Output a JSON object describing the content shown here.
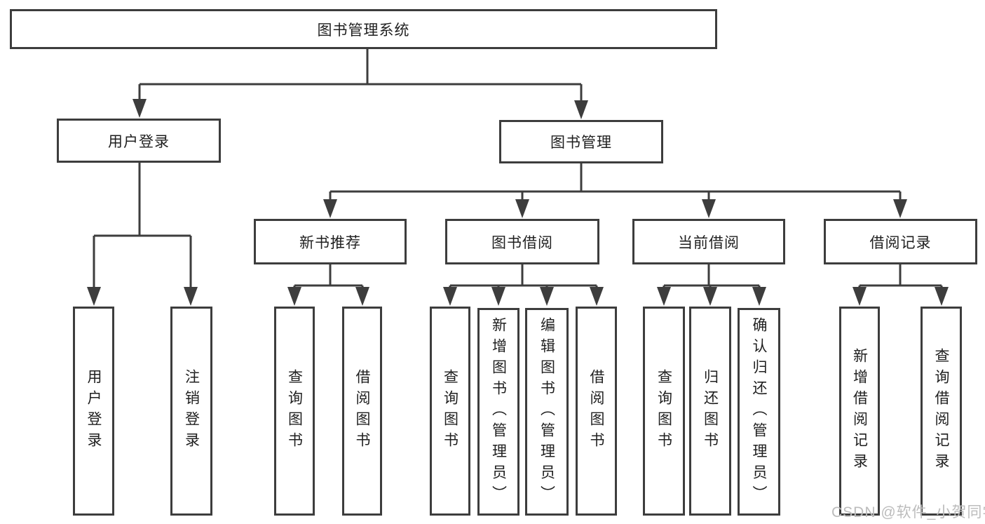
{
  "nodes": {
    "root": "图书管理系统",
    "l2": [
      "用户登录",
      "图书管理"
    ],
    "l3": [
      "新书推荐",
      "图书借阅",
      "当前借阅",
      "借阅记录"
    ],
    "leaves": [
      "用户登录",
      "注销登录",
      "查询图书",
      "借阅图书",
      "查询图书",
      "新增图书（管理员）",
      "编辑图书（管理员）",
      "借阅图书",
      "查询图书",
      "归还图书",
      "确认归还（管理员）",
      "新增借阅记录",
      "查询借阅记录"
    ]
  },
  "watermark": "CSDN @软件_小贺同学",
  "colors": {
    "line": "#3d3d3d",
    "text": "#1f1f1f",
    "watermark": "#bcbcbc",
    "background": "#ffffff"
  }
}
